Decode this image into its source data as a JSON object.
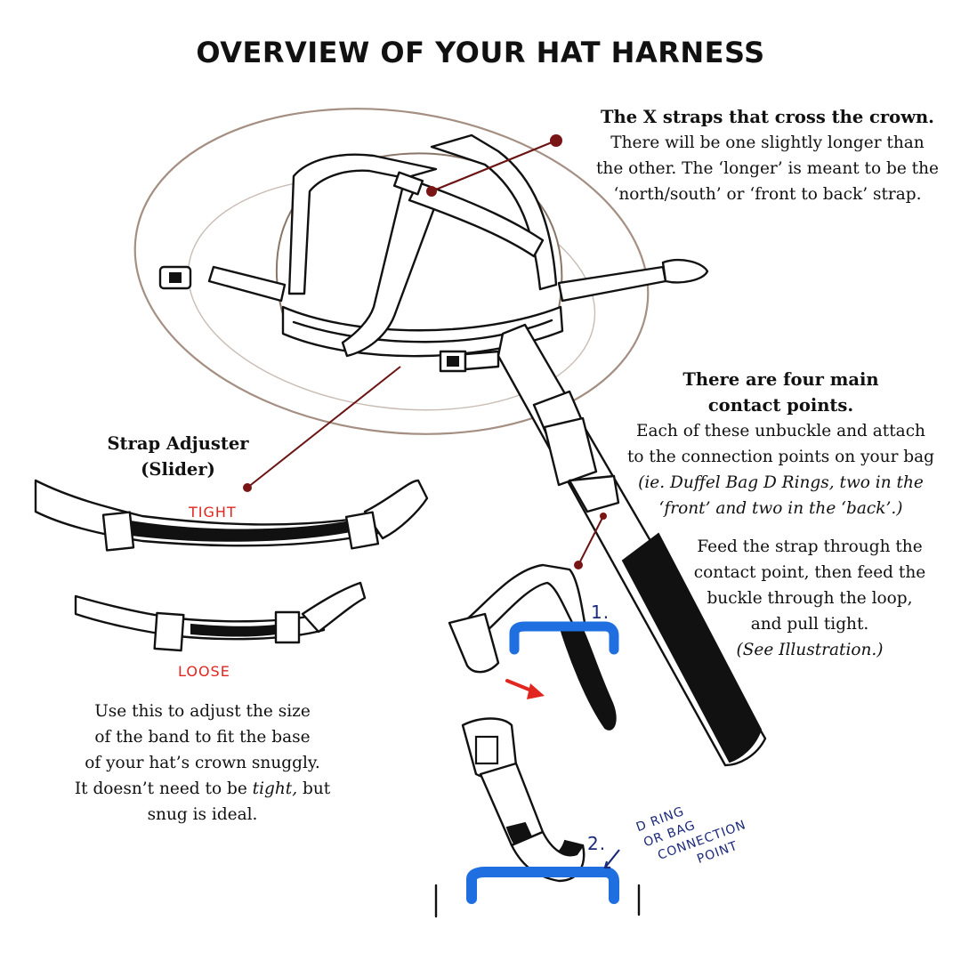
{
  "title": "OVERVIEW OF YOUR HAT HARNESS",
  "colors": {
    "ink": "#111111",
    "brim": "#a48f82",
    "leader": "#6b1414",
    "dot": "#7a1515",
    "red": "#e0261f",
    "blue": "#1f6fe0",
    "navy": "#1c2a7a"
  },
  "x_straps": {
    "heading": "The X straps that cross the crown.",
    "lines": [
      "There will be one slightly longer than",
      "the other. The ‘longer’ is meant to be the",
      "‘north/south’ or ‘front to back’ strap."
    ]
  },
  "contact_points": {
    "heading_lines": [
      "There are four main",
      "contact points."
    ],
    "lines": [
      "Each of these unbuckle and attach",
      "to the connection points on your bag"
    ],
    "italic_lines": [
      "(ie. Duffel Bag D Rings, two in the",
      "‘front’ and two in the ‘back’.)"
    ]
  },
  "feed": {
    "lines": [
      "Feed the strap through the",
      "contact point, then feed the",
      "buckle through the loop,",
      "and pull tight."
    ],
    "italic": "(See Illustration.)"
  },
  "adjuster": {
    "heading_lines": [
      "Strap Adjuster",
      "(Slider)"
    ],
    "tight_label": "TIGHT",
    "loose_label": "LOOSE"
  },
  "usage": {
    "lines": [
      "Use this to adjust the size",
      "of the band to fit the base",
      "of your hat’s crown snuggly."
    ],
    "line4_pre": "It doesn’t need to be ",
    "line4_em": "tight,",
    "line4_post": " but",
    "line5": "snug is ideal."
  },
  "steps": {
    "step1": "1.",
    "step2": "2.",
    "dring_note": [
      "D RING",
      "OR BAG",
      "CONNECTION",
      "POINT"
    ]
  }
}
